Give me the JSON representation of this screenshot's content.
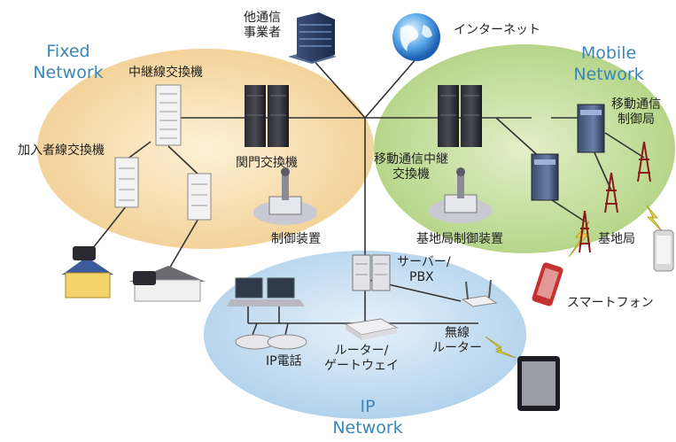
{
  "regions": {
    "fixed": {
      "line1": "Fixed",
      "line2": "Network"
    },
    "mobile": {
      "line1": "Mobile",
      "line2": "Network"
    },
    "ip": {
      "line1": "IP",
      "line2": "Network"
    }
  },
  "nodes": {
    "other_carrier": {
      "line1": "他通信",
      "line2": "事業者"
    },
    "internet": "インターネット",
    "transit_switch": "中継線交換機",
    "subscriber_switch": "加入者線交換機",
    "gateway_switch": "関門交換機",
    "control_device": "制御装置",
    "mobile_transit": {
      "line1": "移動通信中継",
      "line2": "交換機"
    },
    "base_station_ctrl": "基地局制御装置",
    "mobile_ctrl": {
      "line1": "移動通信",
      "line2": "制御局"
    },
    "base_station": "基地局",
    "smartphone": "スマートフォン",
    "server": {
      "line1": "サーバー/",
      "line2": "PBX"
    },
    "wireless_router": {
      "line1": "無線",
      "line2": "ルーター"
    },
    "router": {
      "line1": "ルーター/",
      "line2": "ゲートウェイ"
    },
    "ip_phone": "IP電話"
  },
  "colors": {
    "fixed_fill": "#f6dca8",
    "mobile_fill": "#c3dd97",
    "ip_fill": "#bcd8ef",
    "region_text": "#3a87b8",
    "line": "#333333"
  }
}
